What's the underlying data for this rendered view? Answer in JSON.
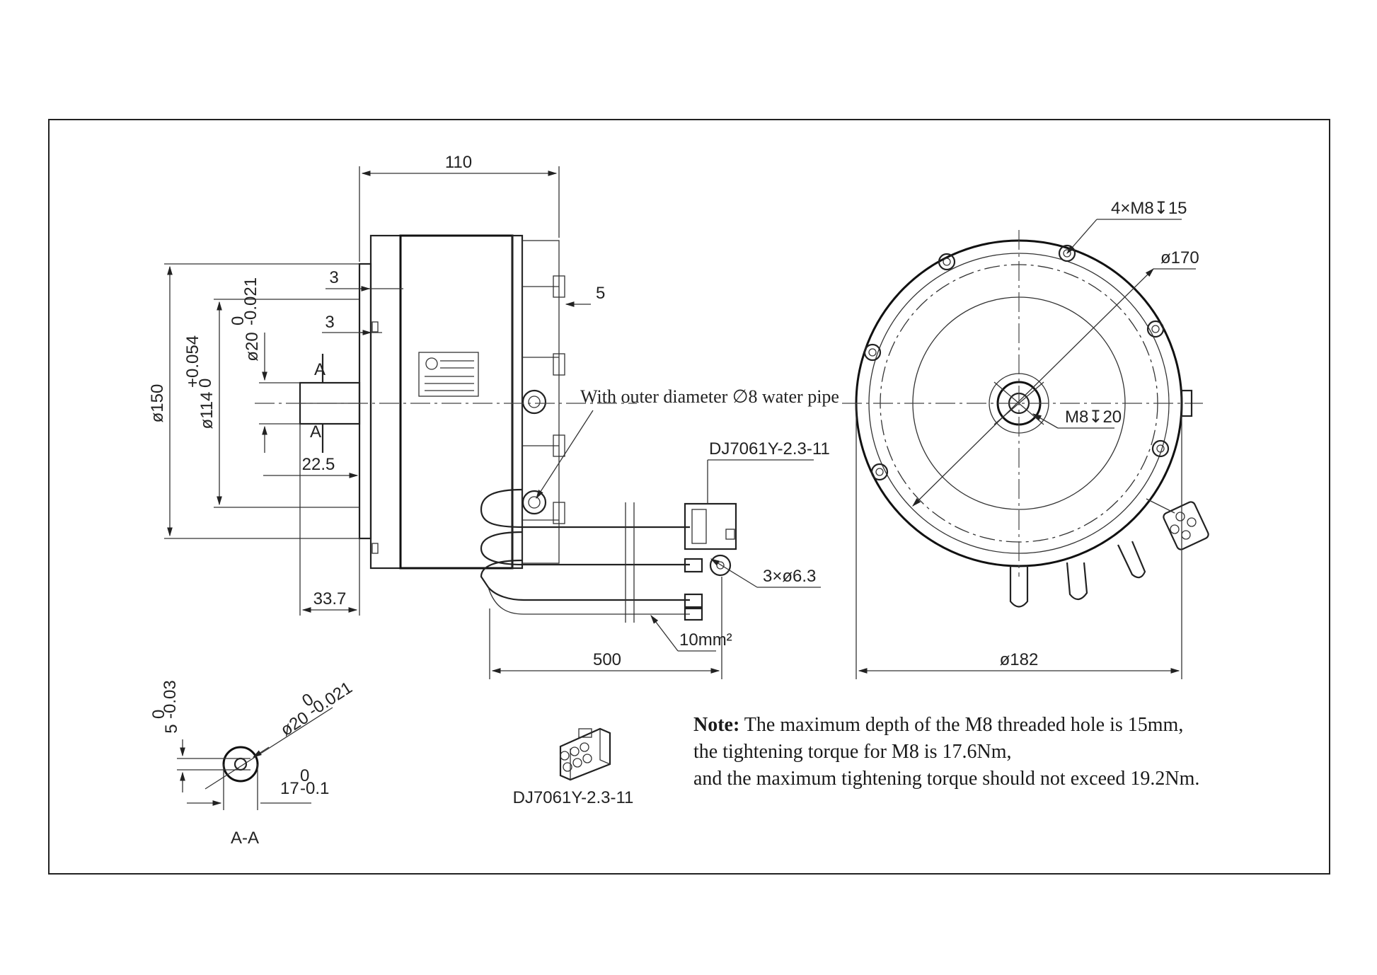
{
  "dimensions": {
    "length_110": "110",
    "d150": "ø150",
    "d114_main": "ø114",
    "d114_tol_upper": "+0.054",
    "d114_tol_lower": "0",
    "d20_main": "ø20",
    "d20_tol_upper": "0",
    "d20_tol_lower": "-0.021",
    "flange_3a": "3",
    "flange_3b": "3",
    "gap_5": "5",
    "shaft_22_5": "22.5",
    "base_33_7": "33.7",
    "section_label": "A",
    "cable_500": "500",
    "d182": "ø182",
    "d170": "ø170",
    "holes_4xM8": "4×M8",
    "holes_4xM8_depth": "15",
    "center_M8": "M8",
    "center_M8_depth": "20",
    "lugs": "3×ø6.3",
    "wire_area": "10mm²",
    "connector_part": "DJ7061Y-2.3-11"
  },
  "annotations": {
    "water_pipe": "With outer diameter ∅8 water pipe"
  },
  "section_aa": {
    "title": "A-A",
    "key_main": "5",
    "key_tol_upper": "0",
    "key_tol_lower": "-0.03",
    "dia_main": "ø20",
    "dia_tol_upper": "0",
    "dia_tol_lower": "-0.021",
    "depth_main": "17",
    "depth_tol_upper": "0",
    "depth_tol_lower": "-0.1"
  },
  "connector_detail": {
    "label": "DJ7061Y-2.3-11"
  },
  "note": {
    "label": "Note:",
    "line1": "The maximum depth of the M8 threaded hole is 15mm,",
    "line2": "the tightening torque for M8 is 17.6Nm,",
    "line3": "and the maximum tightening torque should not exceed 19.2Nm."
  },
  "colors": {
    "line": "#222222",
    "background": "#ffffff"
  }
}
